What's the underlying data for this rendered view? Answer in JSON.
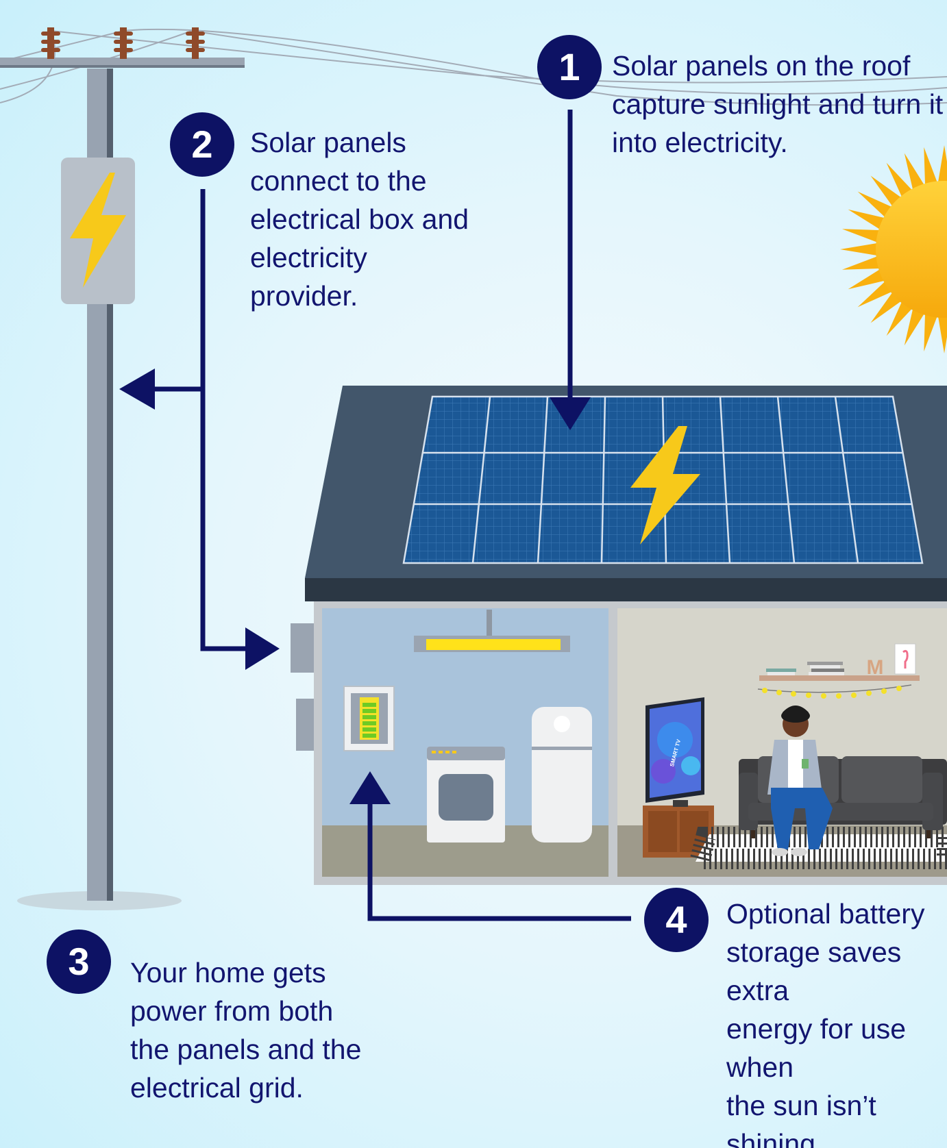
{
  "steps": [
    {
      "number": "1",
      "text": "Solar panels on the roof\ncapture sunlight and turn it\ninto electricity."
    },
    {
      "number": "2",
      "text": "Solar panels\nconnect to the\nelectrical box and\nelectricity\nprovider."
    },
    {
      "number": "3",
      "text": "Your home gets\npower from both\nthe panels and the\nelectrical grid."
    },
    {
      "number": "4",
      "text": "Optional battery\nstorage saves extra\nenergy for use when\nthe sun isn’t shining."
    }
  ],
  "tv_text": "SMART TV",
  "shelf_letter": "M",
  "colors": {
    "navy": "#0d1264",
    "text": "#12156f",
    "roof": "#42566b",
    "panel": "#1a5695",
    "bolt": "#f7c91a",
    "sun": "#f9b10f",
    "pole": "#9ba6b4",
    "battery_green": "#6ecb24",
    "sky": "#c9f0fb"
  }
}
